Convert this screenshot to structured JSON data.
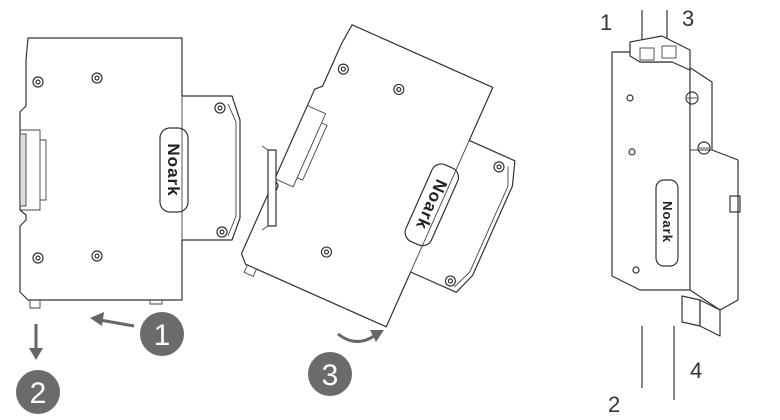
{
  "brand": "Noark",
  "steps": [
    "1",
    "2",
    "3"
  ],
  "terminals": [
    "1",
    "3",
    "2",
    "4"
  ],
  "colors": {
    "outline": "#333333",
    "badge": "#6b6b6b",
    "arrow": "#666666",
    "background": "#ffffff"
  }
}
